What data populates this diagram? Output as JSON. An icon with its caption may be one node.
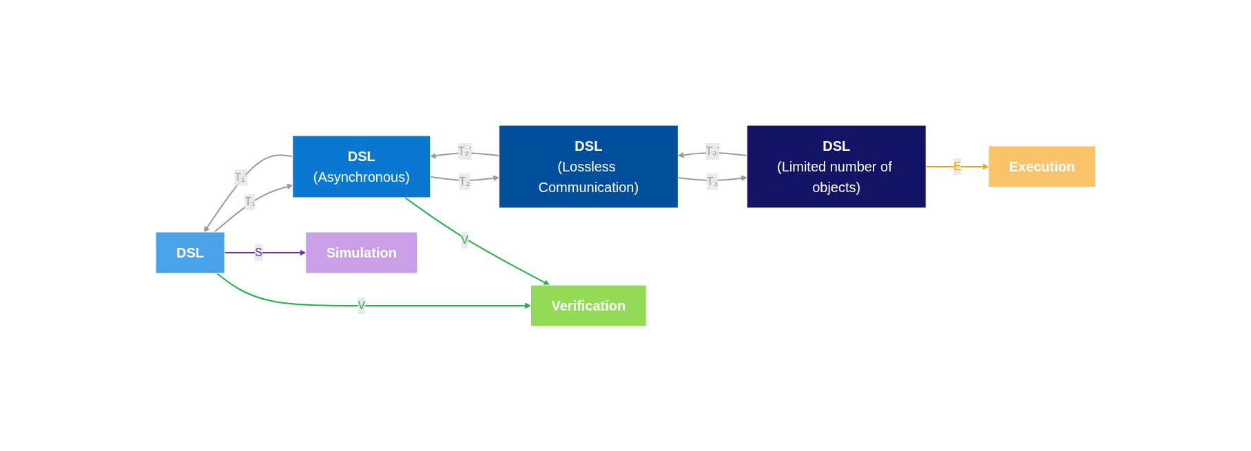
{
  "diagram": {
    "nodes": [
      {
        "text": [
          "DSL"
        ]
      },
      {
        "text": [
          "DSL",
          "(Asynchronous)"
        ]
      },
      {
        "text": [
          "DSL",
          "(Lossless Communication)"
        ]
      },
      {
        "text": [
          "DSL",
          "(Limited number of objects)"
        ]
      },
      {
        "text": [
          "Simulation"
        ]
      },
      {
        "text": [
          "Verification"
        ]
      },
      {
        "text": [
          "Execution"
        ]
      }
    ],
    "edges": [
      {
        "from": 0,
        "to": 1,
        "arrow": "to",
        "label": "T₁"
      },
      {
        "from": 1,
        "to": 0,
        "arrow": "to",
        "label": "T₁’"
      },
      {
        "from": 1,
        "to": 2,
        "arrow": "to",
        "label": "T₂"
      },
      {
        "from": 2,
        "to": 1,
        "arrow": "to",
        "label": "T₂’"
      },
      {
        "from": 2,
        "to": 3,
        "arrow": "to",
        "label": "T₃"
      },
      {
        "from": 3,
        "to": 2,
        "arrow": "to",
        "label": "T₃’"
      },
      {
        "from": 0,
        "to": 4,
        "arrow": "to",
        "label": "S",
        "color": "#7030a0"
      },
      {
        "from": 0,
        "to": 5,
        "arrow": "to",
        "label": "V",
        "color": "#22b14c"
      },
      {
        "from": 1,
        "to": 5,
        "arrow": "to",
        "label": "V",
        "color": "#22b14c"
      },
      {
        "from": 3,
        "to": 6,
        "arrow": "to",
        "label": "E",
        "color": "#f5a300"
      }
    ]
  }
}
